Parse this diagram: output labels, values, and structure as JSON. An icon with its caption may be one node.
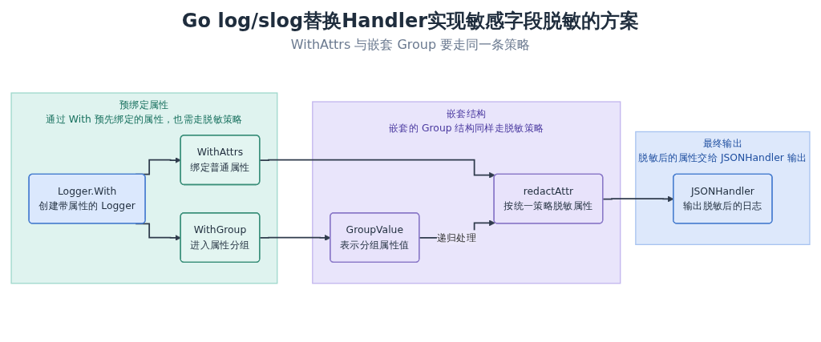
{
  "diagram": {
    "title": "Go log/slog替换Handler实现敏感字段脱敏的方案",
    "nodes": [
      {
        "text": [
          "预绑定属性",
          "通过 With 预先绑定的属性，也需走脱敏策略"
        ]
      },
      {
        "text": [
          "Logger.With",
          "创建带属性的 Logger"
        ],
        "in": 0
      },
      {
        "text": [
          "WithAttrs",
          "绑定普通属性"
        ],
        "in": 0
      },
      {
        "text": [
          "WithGroup",
          "进入属性分组"
        ],
        "in": 0
      },
      {
        "text": [
          "嵌套结构",
          "嵌套的 Group 结构同样走脱敏策略"
        ]
      },
      {
        "text": [
          "GroupValue",
          "表示分组属性值"
        ],
        "in": 4
      },
      {
        "text": [
          "redactAttr",
          "按统一策略脱敏属性"
        ],
        "in": 4
      },
      {
        "text": [
          "最终输出",
          "脱敏后的属性交给 JSONHandler 输出"
        ]
      },
      {
        "text": [
          "JSONHandler",
          "输出脱敏后的日志"
        ],
        "in": 7
      }
    ],
    "edges": [
      {
        "from": 1,
        "to": 2,
        "arrow": "to"
      },
      {
        "from": 1,
        "to": 3,
        "arrow": "to"
      },
      {
        "from": 2,
        "to": 6,
        "arrow": "to"
      },
      {
        "from": 3,
        "to": 5,
        "arrow": "to"
      },
      {
        "from": 5,
        "to": 6,
        "label": "递归处理",
        "arrow": "to"
      },
      {
        "from": 6,
        "to": 8,
        "arrow": "to"
      }
    ],
    "labels": [
      "WithAttrs 与嵌套 Group 要走同一条策略"
    ]
  }
}
